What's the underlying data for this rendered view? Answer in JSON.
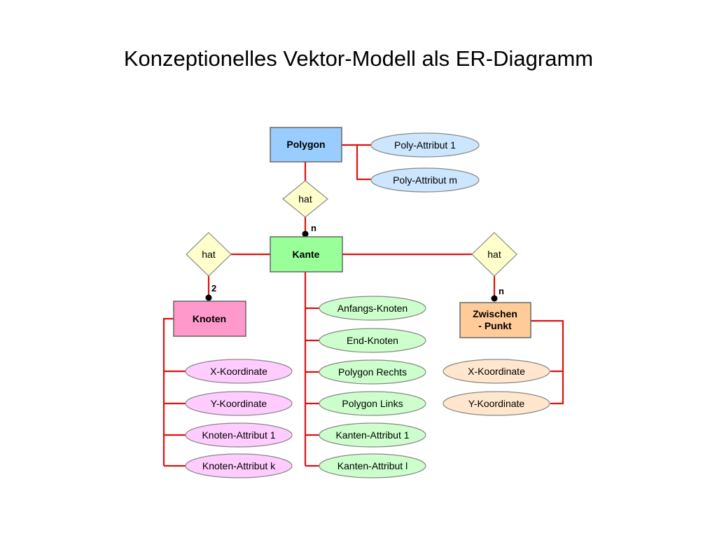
{
  "title": "Konzeptionelles Vektor-Modell als ER-Diagramm",
  "colors": {
    "line": "#dd1111",
    "polygon_fill": "#99ccff",
    "kante_fill": "#99ff99",
    "knoten_fill": "#ff99cc",
    "zwischen_fill": "#ffcc99",
    "relation_fill": "#ffffcc",
    "attr_polygon_fill": "#cce6ff",
    "attr_kante_fill": "#ccffcc",
    "attr_knoten_fill": "#ffccff",
    "attr_zwischen_fill": "#ffe6cc"
  },
  "entities": {
    "polygon": "Polygon",
    "kante": "Kante",
    "knoten": "Knoten",
    "zwischen_line1": "Zwischen",
    "zwischen_line2": "- Punkt"
  },
  "relations": {
    "polygon_kante": "hat",
    "kante_knoten": "hat",
    "kante_zwischen": "hat"
  },
  "cardinalities": {
    "polygon_kante": "n",
    "kante_knoten": "2",
    "kante_zwischen": "n"
  },
  "attributes": {
    "polygon": [
      "Poly-Attribut 1",
      "Poly-Attribut m"
    ],
    "kante": [
      "Anfangs-Knoten",
      "End-Knoten",
      "Polygon Rechts",
      "Polygon Links",
      "Kanten-Attribut 1",
      "Kanten-Attribut l"
    ],
    "knoten": [
      "X-Koordinate",
      "Y-Koordinate",
      "Knoten-Attribut 1",
      "Knoten-Attribut k"
    ],
    "zwischen": [
      "X-Koordinate",
      "Y-Koordinate"
    ]
  }
}
